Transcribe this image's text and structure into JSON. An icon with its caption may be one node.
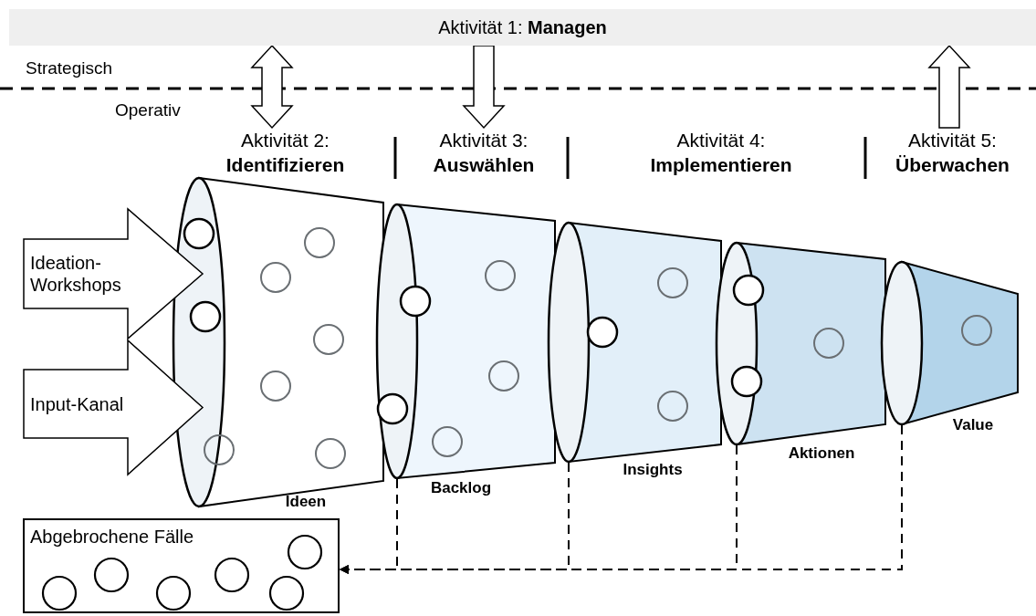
{
  "diagram": {
    "nodes": [
      {
        "text": [
          "Aktivität 1: **Managen**"
        ]
      },
      {
        "text": [
          "Aktivität 2:",
          "Identifizieren"
        ]
      },
      {
        "text": [
          "Aktivität 3:",
          "Auswählen"
        ]
      },
      {
        "text": [
          "Aktivität 4:",
          "Implementieren"
        ]
      },
      {
        "text": [
          "Aktivität 5:",
          "Überwachen"
        ]
      },
      {
        "text": [
          "Ideation-Workshops"
        ]
      },
      {
        "text": [
          "Input-Kanal"
        ]
      },
      {
        "text": [
          "Ideen"
        ]
      },
      {
        "text": [
          "Backlog"
        ]
      },
      {
        "text": [
          "Insights"
        ]
      },
      {
        "text": [
          "Aktionen"
        ]
      },
      {
        "text": [
          "Value"
        ]
      },
      {
        "text": [
          "Abgebrochene Fälle"
        ]
      }
    ],
    "edges": [
      {
        "from": 5,
        "to": 7,
        "arrow": "to"
      },
      {
        "from": 6,
        "to": 7,
        "arrow": "to"
      },
      {
        "from": 0,
        "to": 1,
        "arrow": "both"
      },
      {
        "from": 0,
        "to": 2,
        "arrow": "to"
      },
      {
        "from": 4,
        "to": 0,
        "arrow": "to"
      },
      {
        "from": 8,
        "to": 12,
        "arrow": "to",
        "style": "dashed"
      },
      {
        "from": 9,
        "to": 12,
        "arrow": "to",
        "style": "dashed"
      },
      {
        "from": 10,
        "to": 12,
        "arrow": "to",
        "style": "dashed"
      },
      {
        "from": 11,
        "to": 12,
        "arrow": "to",
        "style": "dashed"
      }
    ],
    "labels": [
      "Strategisch",
      "Operativ"
    ]
  }
}
